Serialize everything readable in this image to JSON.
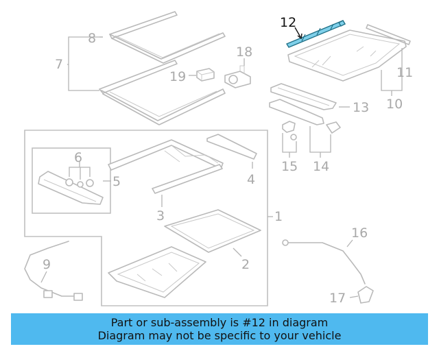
{
  "callouts": {
    "c1": "1",
    "c2": "2",
    "c3": "3",
    "c4": "4",
    "c5": "5",
    "c6": "6",
    "c7": "7",
    "c8": "8",
    "c9": "9",
    "c10": "10",
    "c11": "11",
    "c12": "12",
    "c13": "13",
    "c14": "14",
    "c15": "15",
    "c16": "16",
    "c17": "17",
    "c18": "18",
    "c19": "19"
  },
  "highlighted_callout": "12",
  "colors": {
    "banner": "#4fb9ef",
    "highlight_part": "#7fd0ea",
    "linework": "#b9b9b9"
  },
  "banner": {
    "line1": "Part or sub-assembly is #12 in diagram",
    "line2": "Diagram may not be specific to your vehicle"
  }
}
